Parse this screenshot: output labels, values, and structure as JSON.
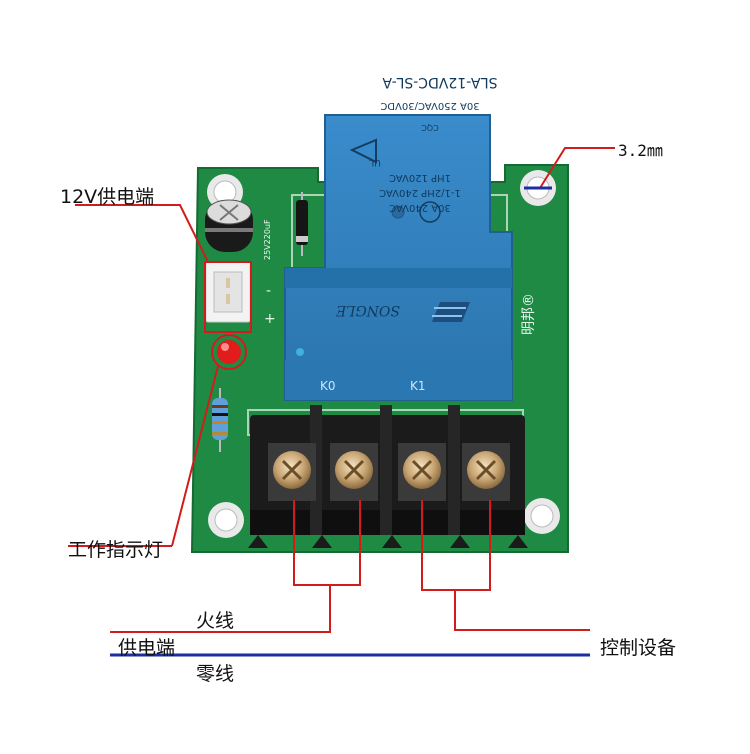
{
  "labels": {
    "supply_12v": "12V供电端",
    "hole_size": "3.2㎜",
    "indicator": "工作指示灯",
    "live_wire": "火线",
    "neutral_wire": "零线",
    "supply": "供电端",
    "control": "控制设备"
  },
  "relay": {
    "ratings": [
      "30A 240VAC",
      "1-1/2HP 240VAC",
      "1HP 120VAC",
      "30A 250VAC/30VDC"
    ],
    "model": "SLA-12VDC-SL-A",
    "brand": "SONGLE",
    "cqc": "CQC",
    "ul": "UL"
  },
  "pcb_marks": {
    "capacitor": "25V220uF",
    "minus": "-",
    "plus": "+",
    "terminal_left": "K0",
    "terminal_right": "K1",
    "maker": "明邦®"
  },
  "colors": {
    "board": "#1e8a44",
    "relay": "#2f7fba",
    "annotation_red": "#d21c1c",
    "annotation_blue": "#1b2fa0"
  },
  "icons": [
    "screw-icon",
    "led-icon",
    "capacitor-icon",
    "resistor-icon",
    "diode-icon"
  ]
}
